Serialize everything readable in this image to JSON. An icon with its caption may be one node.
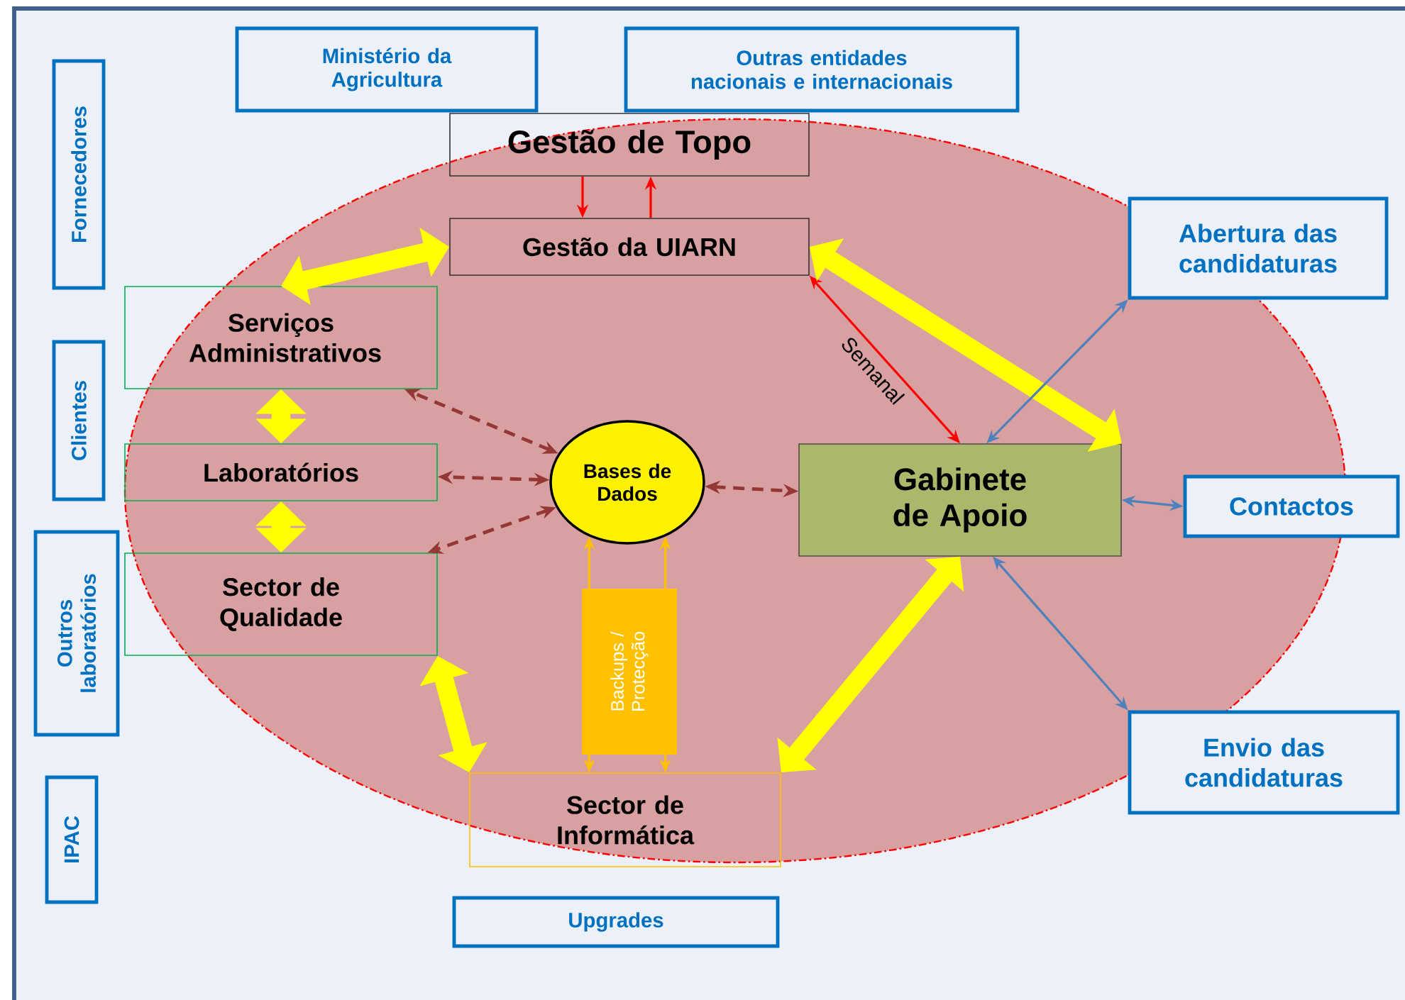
{
  "diagram": {
    "nodes": [
      {
        "text": [
          "Ministério da Agricultura"
        ]
      },
      {
        "text": [
          "Outras entidades nacionais e internacionais"
        ]
      },
      {
        "text": [
          "Fornecedores"
        ]
      },
      {
        "text": [
          "Gestão de Topo"
        ]
      },
      {
        "text": [
          "Gestão da UIARN"
        ]
      },
      {
        "text": [
          "Serviços Administrativos"
        ]
      },
      {
        "text": [
          "Clientes"
        ]
      },
      {
        "text": [
          "Laboratórios"
        ]
      },
      {
        "text": [
          "Bases de Dados"
        ]
      },
      {
        "text": [
          "Gabinete de Apoio"
        ]
      },
      {
        "text": [
          "Abertura das candidaturas"
        ]
      },
      {
        "text": [
          "Contactos"
        ]
      },
      {
        "text": [
          "Outros laboratórios"
        ]
      },
      {
        "text": [
          "Sector de Qualidade"
        ]
      },
      {
        "text": [
          "Backups / Protecção"
        ]
      },
      {
        "text": [
          "Envio das candidaturas"
        ]
      },
      {
        "text": [
          "IPAC"
        ]
      },
      {
        "text": [
          "Sector de Informática"
        ]
      },
      {
        "text": [
          "Upgrades"
        ]
      }
    ],
    "edges": [
      {
        "from": 3,
        "to": 4,
        "arrow": "to",
        "color": "#ff0000"
      },
      {
        "from": 4,
        "to": 3,
        "arrow": "to",
        "color": "#ff0000"
      },
      {
        "from": 4,
        "to": 9,
        "arrow": "both",
        "label": "Semanal",
        "color": "#ff0000"
      },
      {
        "from": 4,
        "to": 5,
        "arrow": "both",
        "style": "thick",
        "color": "#ffff00"
      },
      {
        "from": 5,
        "to": 7,
        "arrow": "both",
        "style": "thick",
        "color": "#ffff00"
      },
      {
        "from": 7,
        "to": 13,
        "arrow": "both",
        "style": "thick",
        "color": "#ffff00"
      },
      {
        "from": 13,
        "to": 17,
        "arrow": "both",
        "style": "thick",
        "color": "#ffff00"
      },
      {
        "from": 17,
        "to": 9,
        "arrow": "both",
        "style": "thick",
        "color": "#ffff00"
      },
      {
        "from": 9,
        "to": 4,
        "arrow": "both",
        "style": "thick",
        "color": "#ffff00"
      },
      {
        "from": 8,
        "to": 5,
        "arrow": "both",
        "style": "dashed",
        "color": "#953735"
      },
      {
        "from": 8,
        "to": 7,
        "arrow": "both",
        "style": "dashed",
        "color": "#953735"
      },
      {
        "from": 8,
        "to": 13,
        "arrow": "both",
        "style": "dashed",
        "color": "#953735"
      },
      {
        "from": 8,
        "to": 9,
        "arrow": "both",
        "style": "dashed",
        "color": "#953735"
      },
      {
        "from": 14,
        "to": 8,
        "arrow": "to",
        "color": "#ffc000"
      },
      {
        "from": 14,
        "to": 8,
        "arrow": "to",
        "color": "#ffc000"
      },
      {
        "from": 14,
        "to": 17,
        "arrow": "to",
        "color": "#ffc000"
      },
      {
        "from": 14,
        "to": 17,
        "arrow": "to",
        "color": "#ffc000"
      },
      {
        "from": 9,
        "to": 10,
        "arrow": "both",
        "color": "#4f81bd"
      },
      {
        "from": 9,
        "to": 11,
        "arrow": "both",
        "color": "#4f81bd"
      },
      {
        "from": 9,
        "to": 15,
        "arrow": "both",
        "color": "#4f81bd"
      }
    ]
  }
}
